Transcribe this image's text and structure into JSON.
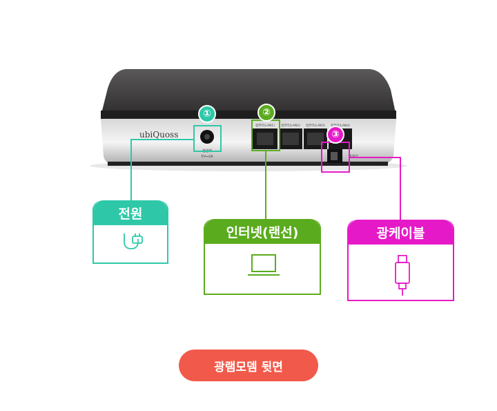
{
  "device": {
    "brand": "ubiQuoss",
    "power_jack_label": "전원잭",
    "power_spec": "5V⎓2A",
    "lan_labels": [
      "컴퓨터(LAN1)",
      "컴퓨터(LAN2)",
      "컴퓨터(LAN3)",
      "컴퓨터(LAN4)"
    ],
    "optical_label": "광회선"
  },
  "callouts": [
    {
      "number": "①",
      "label": "전원",
      "icon": "power-plug-icon",
      "color": "#2ec8a8"
    },
    {
      "number": "②",
      "label": "인터넷(랜선)",
      "icon": "laptop-icon",
      "color": "#5aab1e"
    },
    {
      "number": "③",
      "label": "광케이블",
      "icon": "fiber-cable-icon",
      "color": "#e619c8"
    }
  ],
  "caption": {
    "text": "광램모뎀 뒷면",
    "color": "#f15a4a"
  }
}
